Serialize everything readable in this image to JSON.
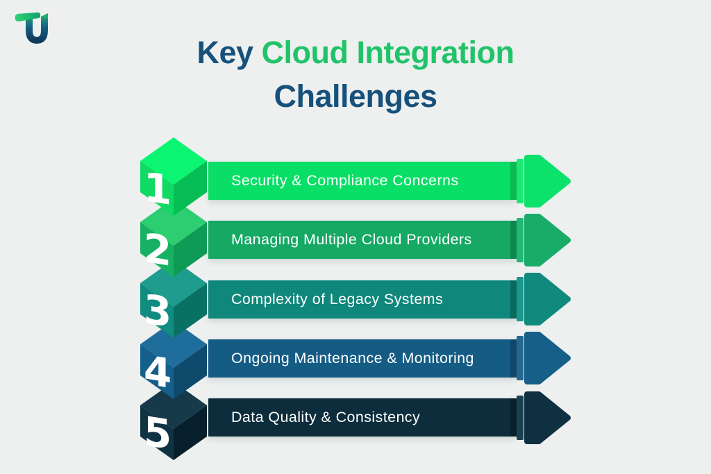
{
  "background": "#EDF0EF",
  "logo": {
    "name": "tu-brand-logo",
    "bar_green_light": "#31D377",
    "bar_green_dark": "#0FA26C",
    "u_teal_top": "#1E9E74",
    "u_navy_mid": "#175E85",
    "u_navy_bottom": "#123C5C",
    "tip_green": "#21AA6F"
  },
  "title": {
    "part1": "Key ",
    "part2": "Cloud Integration",
    "line2": "Challenges",
    "navy": "#17517B",
    "green": "#21C369"
  },
  "rows": [
    {
      "number": "1",
      "label": "Security & Compliance Concerns",
      "colors": {
        "bar": "#09DF66",
        "stripe": "#0CB955",
        "tab": "#1BE873",
        "arrow": "#0CE26B",
        "cube_top": "#0BF573",
        "cube_left": "#10D964",
        "cube_right": "#06BE55"
      }
    },
    {
      "number": "2",
      "label": "Managing Multiple Cloud Providers",
      "colors": {
        "bar": "#15A964",
        "stripe": "#0F8750",
        "tab": "#22B873",
        "arrow": "#17AC67",
        "cube_top": "#2CCE71",
        "cube_left": "#18B164",
        "cube_right": "#0F9A55"
      }
    },
    {
      "number": "3",
      "label": "Complexity of Legacy Systems",
      "colors": {
        "bar": "#0F877B",
        "stripe": "#0A6A5F",
        "tab": "#1B968A",
        "arrow": "#108A7D",
        "cube_top": "#1E9C8D",
        "cube_left": "#108D80",
        "cube_right": "#097064"
      }
    },
    {
      "number": "4",
      "label": "Ongoing Maintenance & Monitoring",
      "colors": {
        "bar": "#155C85",
        "stripe": "#0F4868",
        "tab": "#23698F",
        "arrow": "#165F88",
        "cube_top": "#1E6D9B",
        "cube_left": "#15608B",
        "cube_right": "#0D4A6C"
      }
    },
    {
      "number": "5",
      "label": "Data Quality & Consistency",
      "colors": {
        "bar": "#0D2D3C",
        "stripe": "#09202B",
        "tab": "#1A4050",
        "arrow": "#0E3040",
        "cube_top": "#173A4B",
        "cube_left": "#0F3343",
        "cube_right": "#071F2A"
      }
    }
  ]
}
